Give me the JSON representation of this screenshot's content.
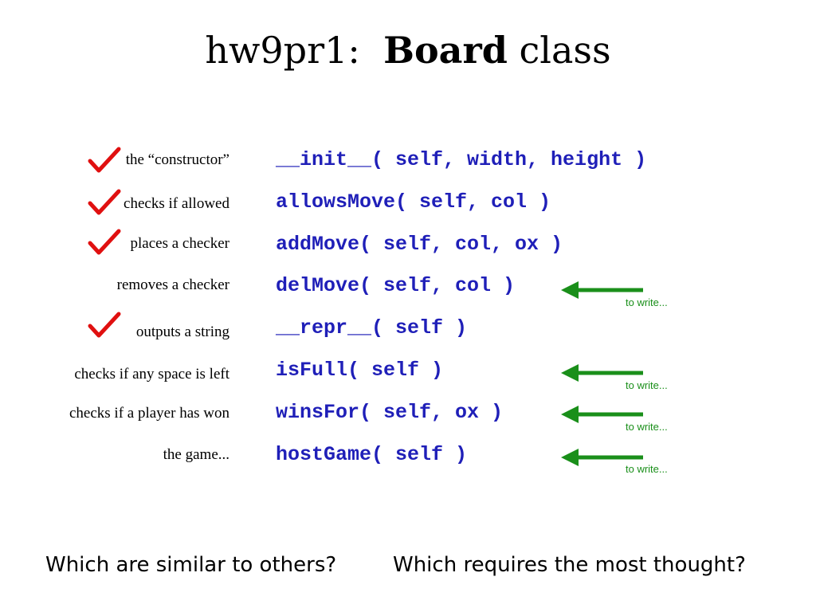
{
  "slide": {
    "title_prefix": "hw9pr1:",
    "title_bold": "Board",
    "title_suffix": "class"
  },
  "methods": [
    {
      "description": "the “constructor”",
      "signature": "__init__( self, width, height )",
      "checked": true,
      "to_write": false
    },
    {
      "description": "checks if allowed",
      "signature": "allowsMove( self, col )",
      "checked": true,
      "to_write": false
    },
    {
      "description": "places a checker",
      "signature": "addMove( self, col, ox )",
      "checked": true,
      "to_write": false
    },
    {
      "description": "removes a checker",
      "signature": "delMove( self, col )",
      "checked": false,
      "to_write": true,
      "note": "to write..."
    },
    {
      "description": "outputs a string",
      "signature": "__repr__( self )",
      "checked": true,
      "to_write": false
    },
    {
      "description": "checks if any space is left",
      "signature": "isFull( self )",
      "checked": false,
      "to_write": true,
      "note": "to write..."
    },
    {
      "description": "checks if a player has won",
      "signature": "winsFor( self, ox )",
      "checked": false,
      "to_write": true,
      "note": "to write..."
    },
    {
      "description": "the game...",
      "signature": "hostGame( self )",
      "checked": false,
      "to_write": true,
      "note": "to write..."
    }
  ],
  "questions": {
    "left": "Which are similar to others?",
    "right": "Which requires the most thought?"
  },
  "colors": {
    "code": "#1f1fb8",
    "check": "#e01010",
    "arrow": "#1a8f1a"
  },
  "icons": {
    "check": "checkmark-icon",
    "arrow": "left-arrow-icon"
  }
}
